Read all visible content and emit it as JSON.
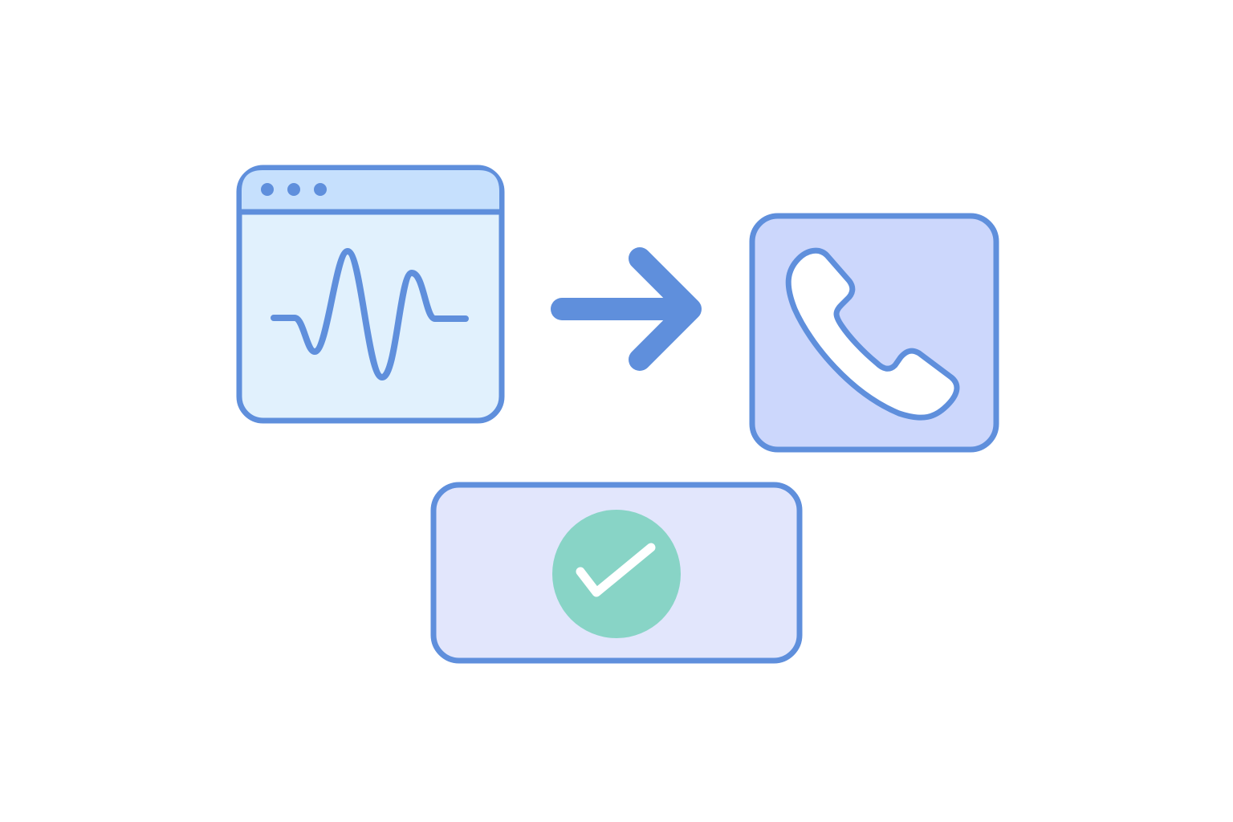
{
  "colors": {
    "stroke": "#5f8fdc",
    "window_header": "#c6e0fd",
    "window_body": "#e1f1fd",
    "phone_card": "#ccd7fc",
    "result_card": "#e2e6fc",
    "success": "#88d4c6",
    "white": "#ffffff"
  },
  "icons": {
    "source": "browser-window-with-audio-waveform",
    "flow": "arrow-right",
    "target": "phone-handset",
    "result": "check-circle"
  }
}
